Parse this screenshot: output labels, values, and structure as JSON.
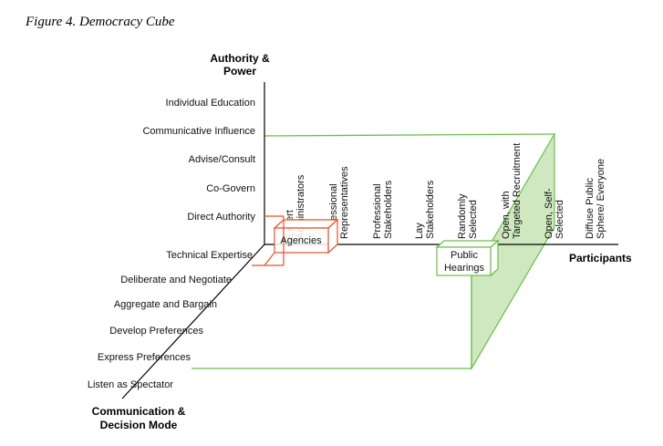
{
  "title": "Figure 4. Democracy Cube",
  "axes": {
    "authority": {
      "title_line1": "Authority &",
      "title_line2": "Power"
    },
    "participants": {
      "title": "Participants"
    },
    "communication": {
      "title_line1": "Communication &",
      "title_line2": "Decision Mode"
    }
  },
  "authority_levels": [
    "Individual Education",
    "Communicative Influence",
    "Advise/Consult",
    "Co-Govern",
    "Direct Authority"
  ],
  "communication_modes": [
    "Technical Expertise",
    "Deliberate and Negotiate",
    "Aggregate and Bargain",
    "Develop Preferences",
    "Express Preferences",
    "Listen as Spectator"
  ],
  "participant_types": [
    {
      "line1": "Expert",
      "line2": "Administrators"
    },
    {
      "line1": "Professional",
      "line2": "Representatives"
    },
    {
      "line1": "Professional",
      "line2": "Stakeholders"
    },
    {
      "line1": "Lay",
      "line2": "Stakeholders"
    },
    {
      "line1": "Randomly",
      "line2": "Selected"
    },
    {
      "line1": "Open, with",
      "line2": "Targeted Recruitment"
    },
    {
      "line1": "Open, Self-",
      "line2": "Selected"
    },
    {
      "line1": "Diffuse Public",
      "line2": "Sphere/ Everyone"
    }
  ],
  "boxes": {
    "agencies": {
      "label": "Agencies",
      "color": "#e8502a"
    },
    "public_hearings": {
      "line1": "Public",
      "line2": "Hearings",
      "color": "#6abf4b"
    }
  },
  "colors": {
    "axis": "#000000",
    "plane_stroke": "#6abf4b",
    "plane_fill": "#cfe8c0"
  }
}
